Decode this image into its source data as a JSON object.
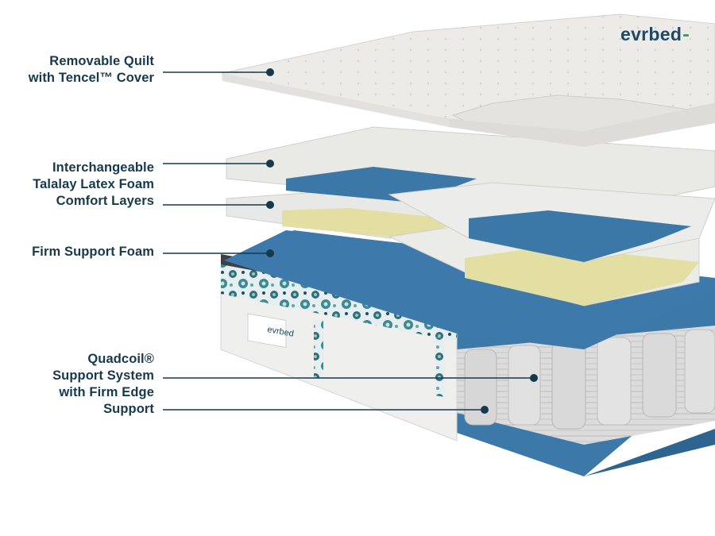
{
  "brand": {
    "logo_text": "evrbed"
  },
  "colors": {
    "label_text": "#17394d",
    "leader_line": "#17394d",
    "blue_foam": "#3a78a8",
    "latex_yellow": "#e4dfa3",
    "quilt": "#ecebe8",
    "accent_green": "#3aa35f"
  },
  "callouts": [
    {
      "lines": [
        "Removable Quilt",
        "with Tencel™ Cover"
      ]
    },
    {
      "lines": [
        "Interchangeable",
        "Talalay Latex Foam",
        "Comfort Layers"
      ]
    },
    {
      "lines": [
        "Firm Support Foam"
      ]
    },
    {
      "lines": [
        "Quadcoil®",
        "Support System",
        "with Firm Edge",
        "Support"
      ]
    }
  ],
  "mattress_label": "evrbed"
}
